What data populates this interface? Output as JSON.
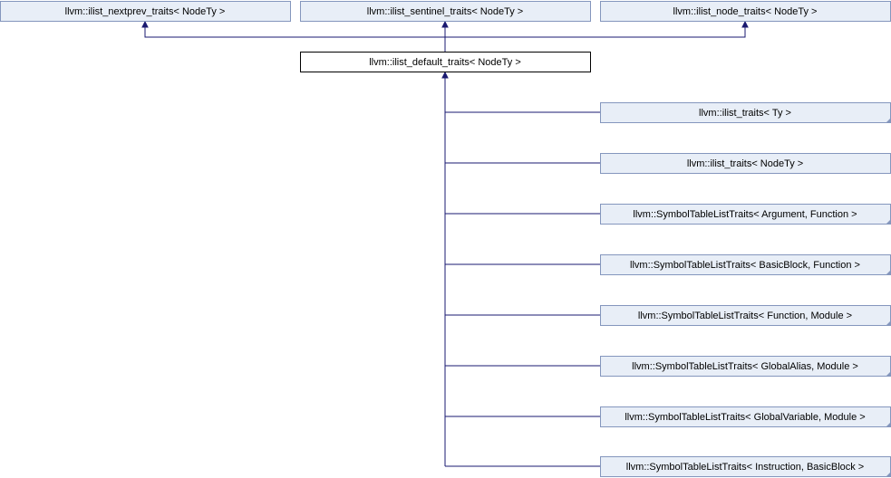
{
  "bases": [
    {
      "id": "nextprev",
      "label": "llvm::ilist_nextprev_traits< NodeTy >"
    },
    {
      "id": "sentinel",
      "label": "llvm::ilist_sentinel_traits< NodeTy >"
    },
    {
      "id": "node",
      "label": "llvm::ilist_node_traits< NodeTy >"
    }
  ],
  "current": {
    "label": "llvm::ilist_default_traits< NodeTy >"
  },
  "derived": [
    {
      "label": "llvm::ilist_traits< Ty >"
    },
    {
      "label": "llvm::ilist_traits< NodeTy >"
    },
    {
      "label": "llvm::SymbolTableListTraits< Argument, Function >"
    },
    {
      "label": "llvm::SymbolTableListTraits< BasicBlock, Function >"
    },
    {
      "label": "llvm::SymbolTableListTraits< Function, Module >"
    },
    {
      "label": "llvm::SymbolTableListTraits< GlobalAlias, Module >"
    },
    {
      "label": "llvm::SymbolTableListTraits< GlobalVariable, Module >"
    },
    {
      "label": "llvm::SymbolTableListTraits< Instruction, BasicBlock >"
    }
  ],
  "colors": {
    "edge": "#191970",
    "node_fill": "#e8eef7",
    "node_border": "#8496bd",
    "current_border": "#000000"
  }
}
